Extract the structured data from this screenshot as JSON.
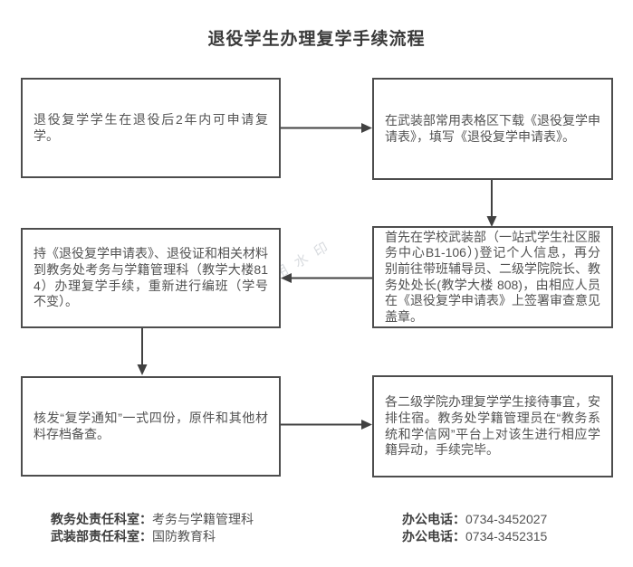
{
  "title": "退役学生办理复学手续流程",
  "watermark": "试用水印",
  "flowchart": {
    "boxes": [
      {
        "id": "step-1",
        "text": "退役复学学生在退役后2年内可申请复学。"
      },
      {
        "id": "step-2",
        "text": "在武装部常用表格区下载《退役复学申请表》，填写《退役复学申请表》。"
      },
      {
        "id": "step-3",
        "text": "首先在学校武装部（一站式学生社区服务中心B1-106）)登记个人信息，再分别前往带班辅导员、二级学院院长、教务处处长(教学大楼 808)，由相应人员在《退役复学申请表》上签署审查意见盖章。"
      },
      {
        "id": "step-4",
        "text": "持《退役复学申请表》、退役证和相关材料到教务处考务与学籍管理科（教学大楼814）办理复学手续，重新进行编班（学号不变）。"
      },
      {
        "id": "step-5",
        "text": "核发“复学通知”一式四份，原件和其他材料存档备查。"
      },
      {
        "id": "step-6",
        "text": "各二级学院办理复学学生接待事宜，安排住宿。教务处学籍管理员在“教务系统和学信网”平台上对该生进行相应学籍异动，手续完毕。"
      }
    ]
  },
  "footer": {
    "left": [
      {
        "label": "教务处责任科室：",
        "value": "考务与学籍管理科"
      },
      {
        "label": "武装部责任科室：",
        "value": "国防教育科"
      }
    ],
    "right": [
      {
        "label": "办公电话：",
        "value": "0734-3452027"
      },
      {
        "label": "办公电话：",
        "value": "0734-3452315"
      }
    ]
  },
  "colors": {
    "border": "#4d4d4d",
    "text": "#525252",
    "title": "#3a3a3a",
    "arrow": "#414141",
    "watermark": "#d8dbdf"
  }
}
